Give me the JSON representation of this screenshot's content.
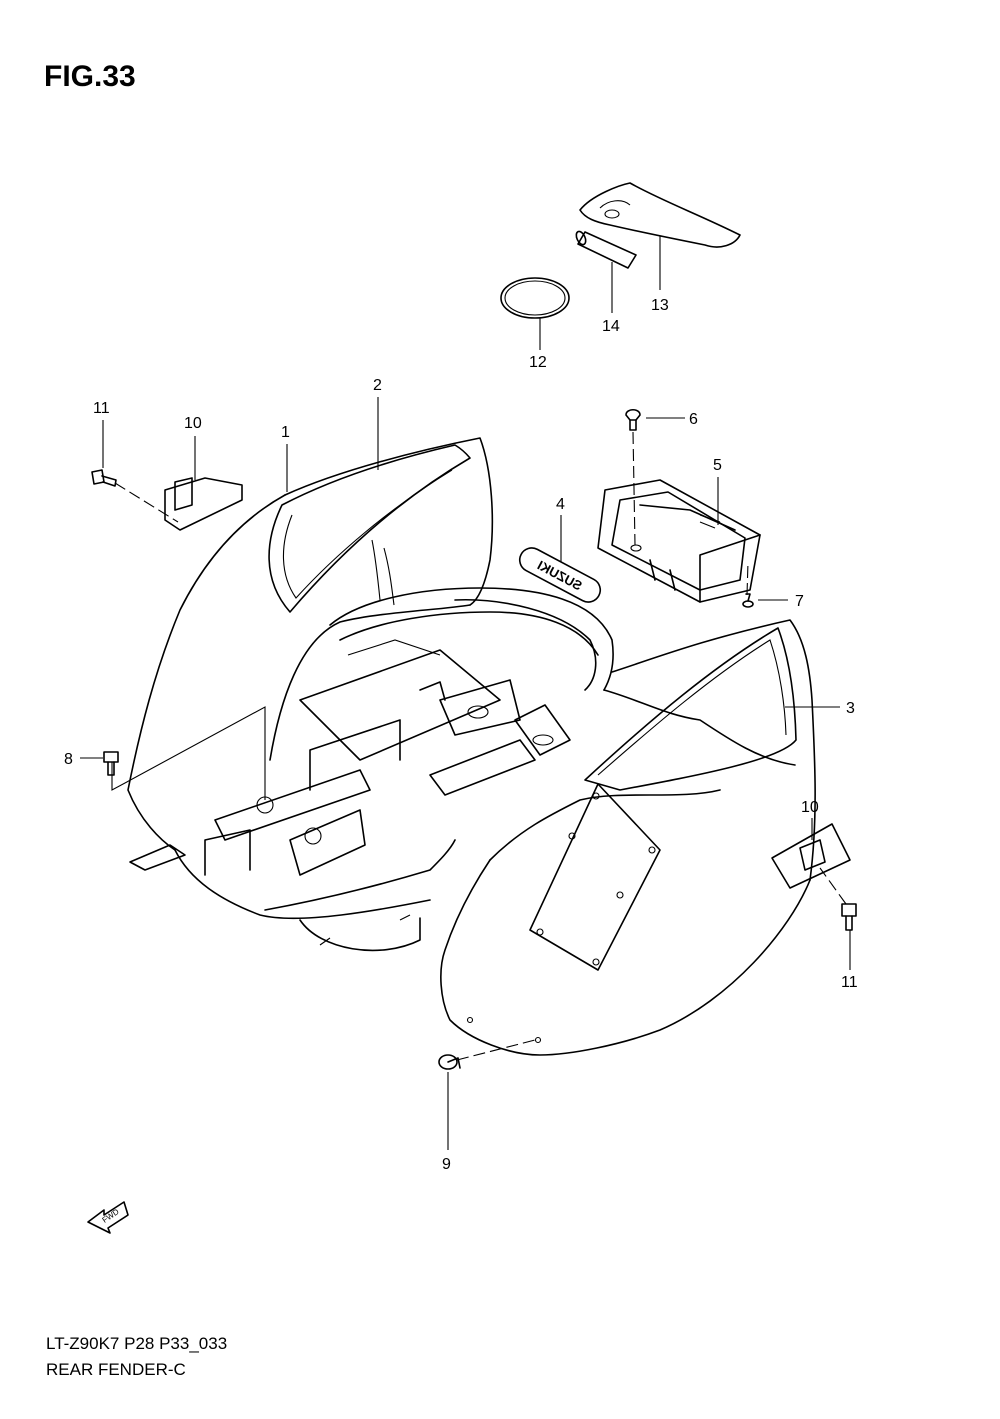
{
  "figure": {
    "title": "FIG.33"
  },
  "footer": {
    "model_code": "LT-Z90K7  P28  P33_033",
    "part_group": "REAR FENDER-C"
  },
  "callouts": [
    {
      "id": "c1",
      "number": "1"
    },
    {
      "id": "c2",
      "number": "2"
    },
    {
      "id": "c3",
      "number": "3"
    },
    {
      "id": "c4",
      "number": "4"
    },
    {
      "id": "c5",
      "number": "5"
    },
    {
      "id": "c6",
      "number": "6"
    },
    {
      "id": "c7",
      "number": "7"
    },
    {
      "id": "c8",
      "number": "8"
    },
    {
      "id": "c9",
      "number": "9"
    },
    {
      "id": "c10a",
      "number": "10"
    },
    {
      "id": "c10b",
      "number": "10"
    },
    {
      "id": "c11a",
      "number": "11"
    },
    {
      "id": "c11b",
      "number": "11"
    },
    {
      "id": "c12",
      "number": "12"
    },
    {
      "id": "c13",
      "number": "13"
    },
    {
      "id": "c14",
      "number": "14"
    }
  ],
  "emblem_text": "SUZUKI",
  "direction_arrow_text": "FWD"
}
